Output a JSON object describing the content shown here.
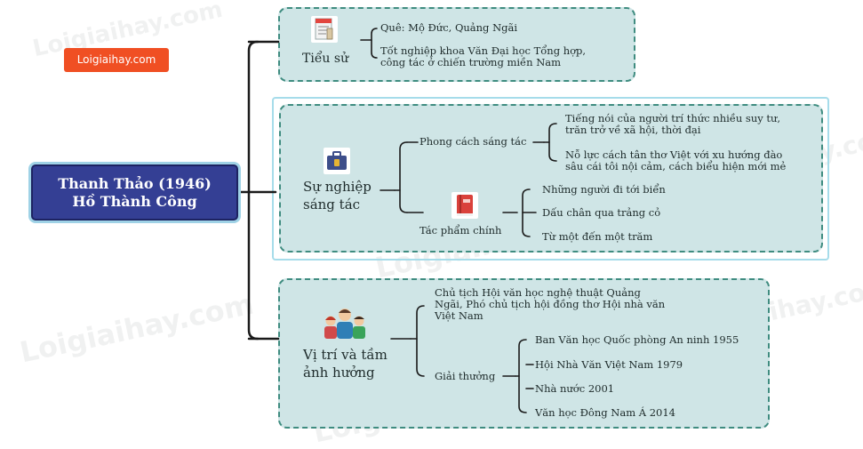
{
  "watermark": "Loigiaihay.com",
  "brand_badge": "Loigiaihay.com",
  "root": {
    "line1": "Thanh Thảo (1946)",
    "line2": "Hồ Thành Công"
  },
  "colors": {
    "root_fill": "#343f94",
    "branch_fill": "#cfe5e6",
    "branch_border": "#3f8c80",
    "badge": "#f04f23"
  },
  "branches": {
    "tieu_su": {
      "label": "Tiểu sử",
      "icon": "document-icon",
      "items": [
        "Quê: Mộ Đức, Quảng Ngãi",
        "Tốt nghiệp khoa Văn Đại học Tổng hợp,\ncông tác ở chiến trường miền Nam"
      ]
    },
    "su_nghiep": {
      "label": "Sự nghiệp\nsáng tác",
      "icon": "briefcase-icon",
      "phong_cach": {
        "label": "Phong cách sáng tác",
        "items": [
          "Tiếng nói của người trí thức nhiều suy tư,\ntrăn trở về xã hội, thời đại",
          "Nỗ lực cách tân thơ Việt với xu hướng đào\nsâu cái tôi nội cảm, cách biểu hiện mới mẻ"
        ]
      },
      "tac_pham": {
        "label": "Tác phẩm chính",
        "icon": "book-icon",
        "items": [
          "Những người đi tới biển",
          "Dấu chân qua trảng cỏ",
          "Từ một đến một trăm"
        ]
      }
    },
    "vi_tri": {
      "label": "Vị trí và tầm\nảnh hưởng",
      "icon": "people-icon",
      "chu_tich": "Chủ tịch Hội văn học nghệ thuật Quảng\nNgãi, Phó chủ tịch hội đồng thơ Hội nhà văn\nViệt Nam",
      "giai_thuong": {
        "label": "Giải thưởng",
        "items": [
          "Ban Văn học Quốc phòng An ninh 1955",
          "Hội Nhà Văn Việt Nam 1979",
          "Nhà nước 2001",
          "Văn học Đông Nam Á 2014"
        ]
      }
    }
  }
}
